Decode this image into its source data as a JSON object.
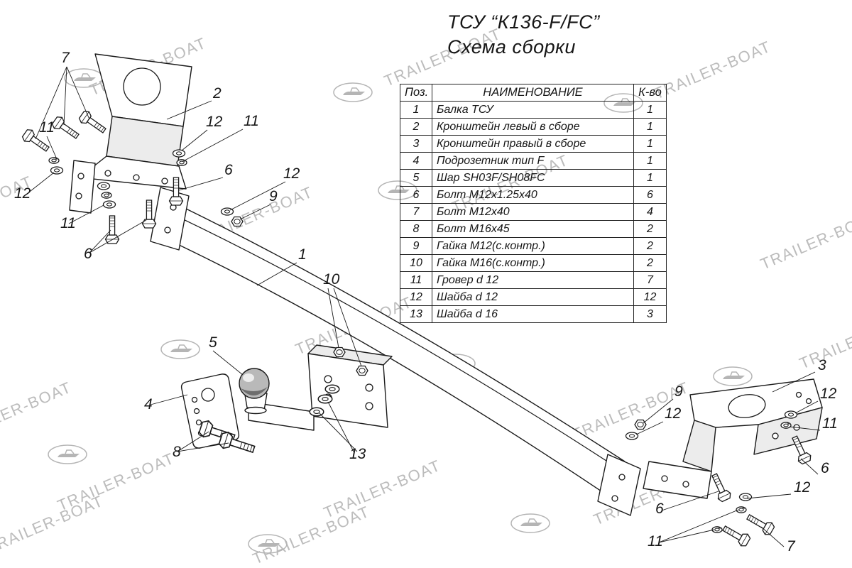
{
  "title": {
    "line1": "ТСУ “К136-F/FC”",
    "line2": "Схема сборки"
  },
  "watermark": {
    "text": "TRAILER-BOAT"
  },
  "parts_table": {
    "headers": [
      "Поз.",
      "НАИМЕНОВАНИЕ",
      "К-во"
    ],
    "rows": [
      [
        "1",
        "Балка ТСУ",
        "1"
      ],
      [
        "2",
        "Кронштейн левый в сборе",
        "1"
      ],
      [
        "3",
        "Кронштейн правый в сборе",
        "1"
      ],
      [
        "4",
        "Подрозетник тип F",
        "1"
      ],
      [
        "5",
        "Шар SH03F/SH08FC",
        "1"
      ],
      [
        "6",
        "Болт М12х1.25х40",
        "6"
      ],
      [
        "7",
        "Болт М12х40",
        "4"
      ],
      [
        "8",
        "Болт М16х45",
        "2"
      ],
      [
        "9",
        "Гайка М12(с.контр.)",
        "2"
      ],
      [
        "10",
        "Гайка  М16(с.контр.)",
        "2"
      ],
      [
        "11",
        "Гровер d 12",
        "7"
      ],
      [
        "12",
        "Шайба d 12",
        "12"
      ],
      [
        "13",
        "Шайба d 16",
        "3"
      ]
    ]
  },
  "drawing": {
    "callout_labels": [
      "7",
      "11",
      "2",
      "12",
      "11",
      "6",
      "12",
      "12",
      "9",
      "11",
      "6",
      "1",
      "10",
      "5",
      "4",
      "8",
      "13",
      "3",
      "9",
      "12",
      "12",
      "11",
      "6",
      "12",
      "6",
      "11",
      "7"
    ],
    "ink_color": "#1a1a1a",
    "watermark_color": "#b5b5b5"
  }
}
